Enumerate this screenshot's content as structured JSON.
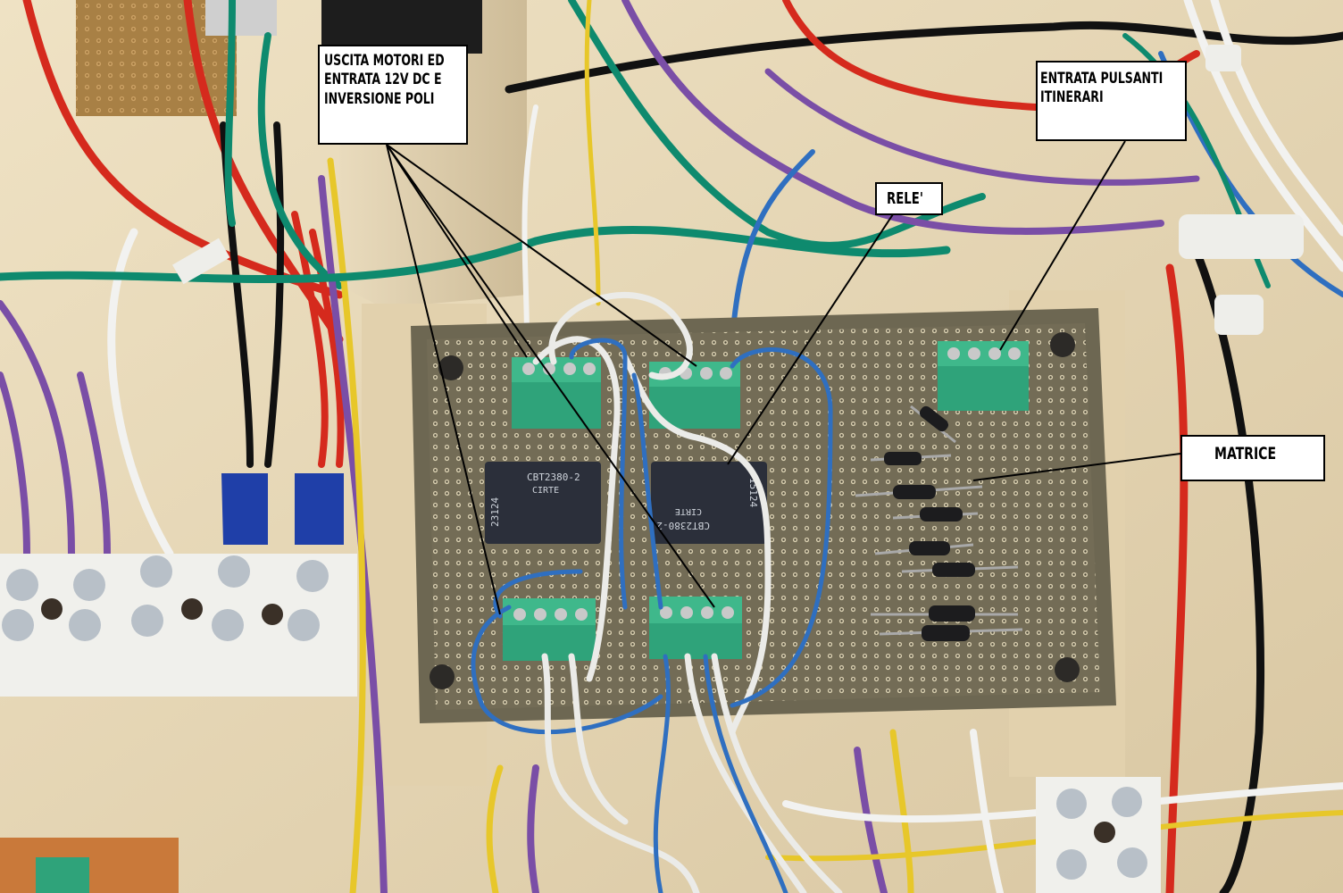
{
  "photo": {
    "description_icon": "circuit-board-photo",
    "board_color": "#6f6a55",
    "wood_color": "#e6d6b4",
    "terminal_color": "#2fa37a",
    "relay_color": "#2b2f3a"
  },
  "relays": [
    {
      "line1": "CBT2380-2",
      "line2": "CIRTE",
      "number": "23124"
    },
    {
      "line1": "CBT2380-2",
      "line2": "CIRTE",
      "number": "15124"
    }
  ],
  "callouts": {
    "motori": {
      "lines": [
        "USCITA MOTORI ED",
        "ENTRATA 12V DC E",
        "INVERSIONE POLI"
      ]
    },
    "rele": {
      "label": "RELE'"
    },
    "entrata": {
      "lines": [
        "ENTRATA PULSANTI",
        "ITINERARI"
      ]
    },
    "matrice": {
      "label": "MATRICE"
    }
  }
}
